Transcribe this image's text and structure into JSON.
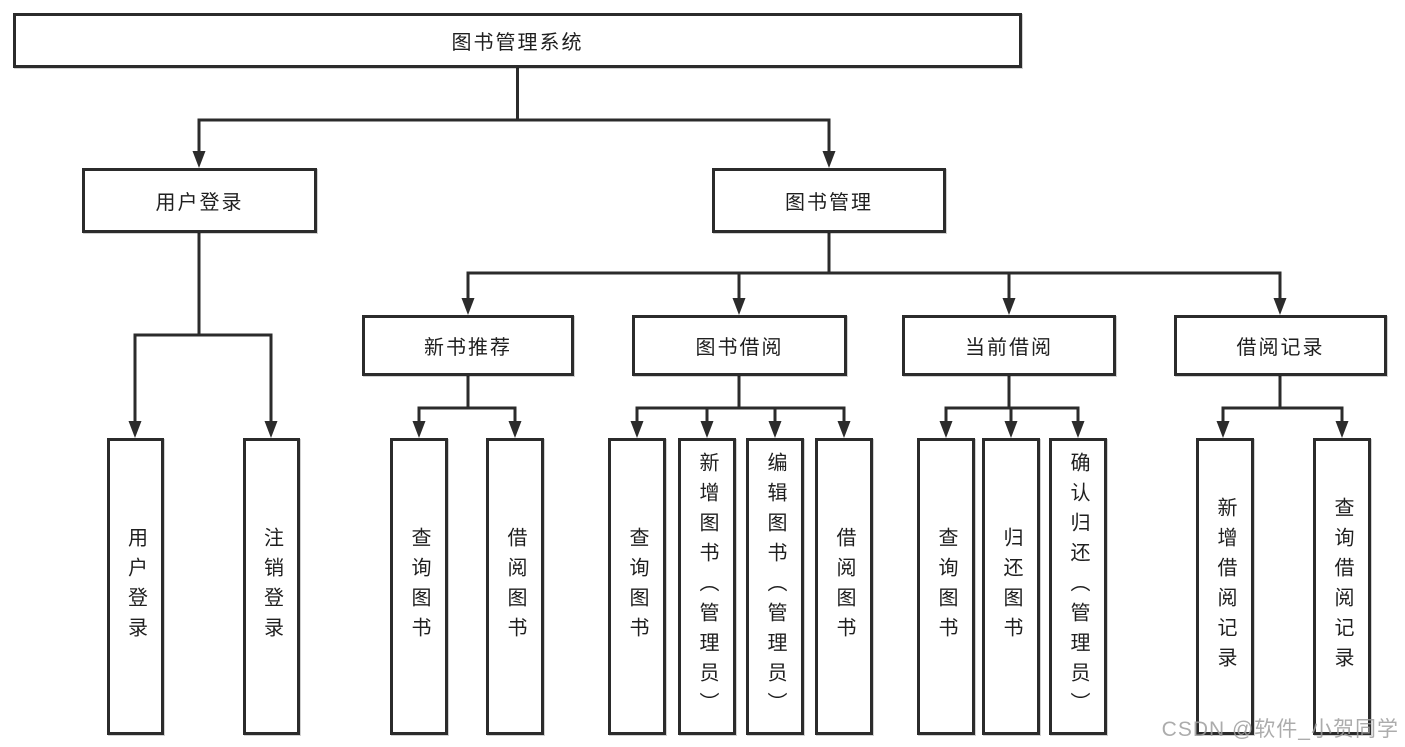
{
  "tree": {
    "root": "图书管理系统",
    "branches": [
      {
        "label": "用户登录",
        "children": [
          "用户登录",
          "注销登录"
        ]
      },
      {
        "label": "图书管理",
        "subbranches": [
          {
            "label": "新书推荐",
            "children": [
              "查询图书",
              "借阅图书"
            ]
          },
          {
            "label": "图书借阅",
            "children": [
              "查询图书",
              "新增图书（管理员）",
              "编辑图书（管理员）",
              "借阅图书"
            ]
          },
          {
            "label": "当前借阅",
            "children": [
              "查询图书",
              "归还图书",
              "确认归还（管理员）"
            ]
          },
          {
            "label": "借阅记录",
            "children": [
              "新增借阅记录",
              "查询借阅记录"
            ]
          }
        ]
      }
    ]
  },
  "watermark": {
    "text": "CSDN @软件_小贺同学"
  },
  "colors": {
    "line": "#2b2b2b",
    "text": "#1f1f1f",
    "background": "#ffffff",
    "watermark": "#9e9e9e"
  }
}
